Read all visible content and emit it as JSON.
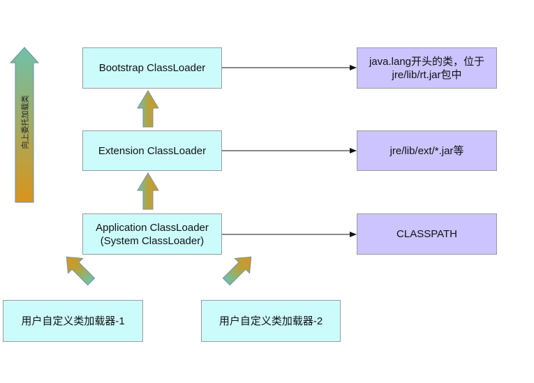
{
  "loaders": {
    "bootstrap": "Bootstrap ClassLoader",
    "extension": "Extension ClassLoader",
    "application": "Application ClassLoader\n(System ClassLoader)",
    "custom1": "用户自定义类加载器-1",
    "custom2": "用户自定义类加载器-2"
  },
  "sources": {
    "bootstrap": "java.lang开头的类，位于\njre/lib/rt.jar包中",
    "extension": "jre/lib/ext/*.jar等",
    "application": "CLASSPATH"
  },
  "delegation_label": "向上委托加载类",
  "colors": {
    "loader_fill": "#ccfbfb",
    "source_fill": "#cbc4ff",
    "arrow_top": "#6fc1a8",
    "arrow_bottom": "#d9941c"
  }
}
